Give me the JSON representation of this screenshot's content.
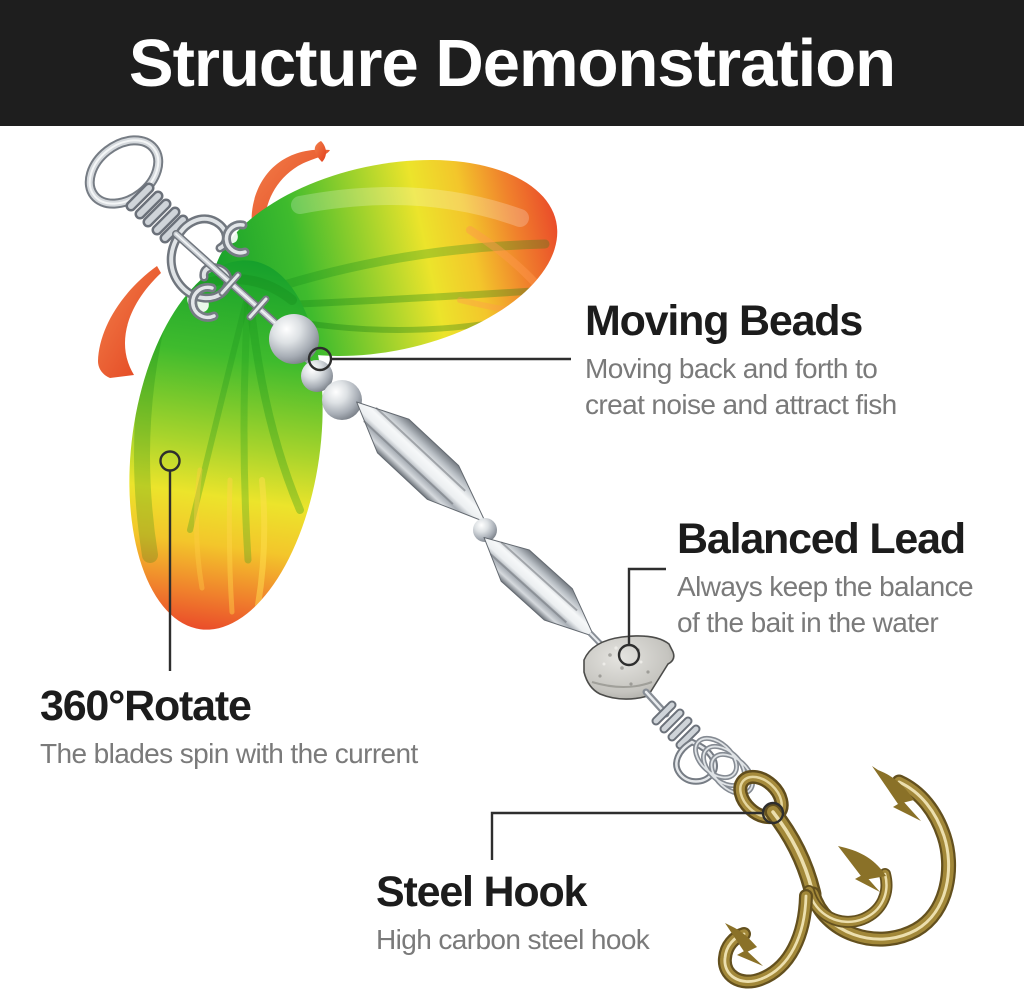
{
  "title": "Structure Demonstration",
  "theme": {
    "banner_bg": "#1e1e1e",
    "banner_fg": "#ffffff",
    "heading_color": "#1c1c1c",
    "desc_color": "#7a7a7a",
    "connector_color": "#2e2e2e",
    "background": "#ffffff",
    "blade_green": "#2cb32c",
    "blade_yellow": "#f0e32b",
    "blade_orange": "#ec522b",
    "accent_red": "#e94e26",
    "metal_silver": "#aab0b6",
    "hook_bronze": "#9b8135",
    "lead_gray": "#c2c1bc"
  },
  "callouts": [
    {
      "id": "moving-beads",
      "title": "Moving Beads",
      "lines": [
        "Moving back and forth to",
        "creat noise and attract fish"
      ]
    },
    {
      "id": "balanced-lead",
      "title": "Balanced Lead",
      "lines": [
        "Always keep the balance",
        "of the bait in the water"
      ]
    },
    {
      "id": "rotate-360",
      "title": "360°Rotate",
      "lines": [
        "The blades spin with the current"
      ]
    },
    {
      "id": "steel-hook",
      "title": "Steel Hook",
      "lines": [
        "High carbon steel hook"
      ]
    }
  ],
  "illustration": {
    "subject": "spinner fishing lure",
    "parts": [
      "snap-swivel",
      "spinner-blade-upper",
      "spinner-blade-lower",
      "moving-beads",
      "front-metal-weight",
      "connector-bead",
      "rear-metal-weight",
      "balanced-lead-sinker",
      "barrel-swivel",
      "treble-hook",
      "red-motion-accents"
    ]
  }
}
